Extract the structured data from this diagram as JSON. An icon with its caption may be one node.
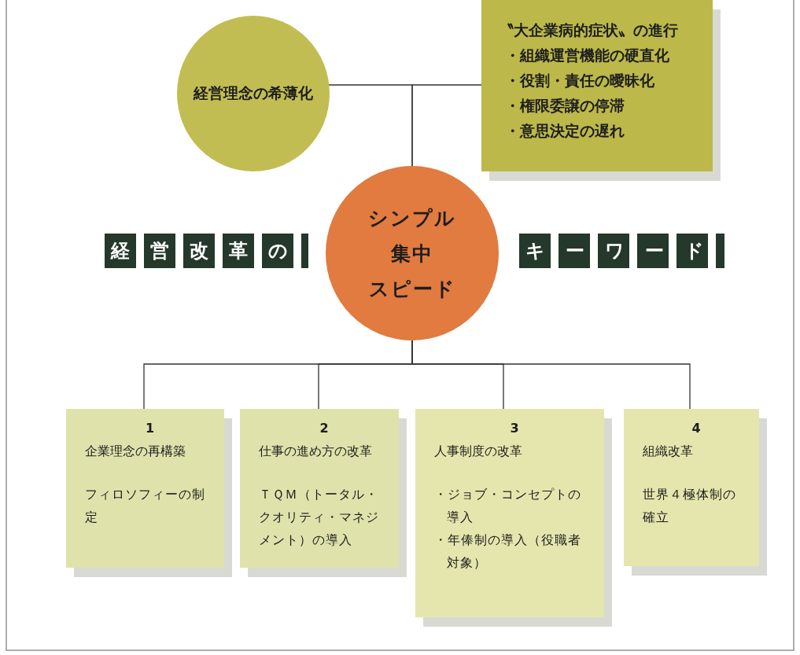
{
  "diagram": {
    "nodes": [
      {
        "text": [
          "経営理念の希薄化"
        ]
      },
      {
        "text": [
          "〝大企業病的症状〟の進行",
          "・組織運営機能の硬直化",
          "・役割・責任の曖昧化",
          "・権限委譲の停滞",
          "・意思決定の遅れ"
        ]
      },
      {
        "text": [
          "シンプル",
          "集中",
          "スピード"
        ]
      },
      {
        "text": [
          "1",
          "企業理念の再構築",
          "フィロソフィーの制定"
        ]
      },
      {
        "text": [
          "2",
          "仕事の進め方の改革",
          "ＴＱＭ（トータル・クオリティ・マネジメント）の導入"
        ]
      },
      {
        "text": [
          "3",
          "人事制度の改革",
          "・ジョブ・コンセプトの導入",
          "・年俸制の導入（役職者対象）"
        ]
      },
      {
        "text": [
          "4",
          "組織改革",
          "世界４極体制の確立"
        ]
      }
    ],
    "edges": [
      {
        "from": 0,
        "to": 2,
        "arrow": "none"
      },
      {
        "from": 1,
        "to": 2,
        "arrow": "none"
      },
      {
        "from": 2,
        "to": 3,
        "arrow": "none"
      },
      {
        "from": 2,
        "to": 4,
        "arrow": "none"
      },
      {
        "from": 2,
        "to": 5,
        "arrow": "none"
      },
      {
        "from": 2,
        "to": 6,
        "arrow": "none"
      }
    ],
    "labels": [
      "経営改革の",
      "キーワード"
    ]
  }
}
